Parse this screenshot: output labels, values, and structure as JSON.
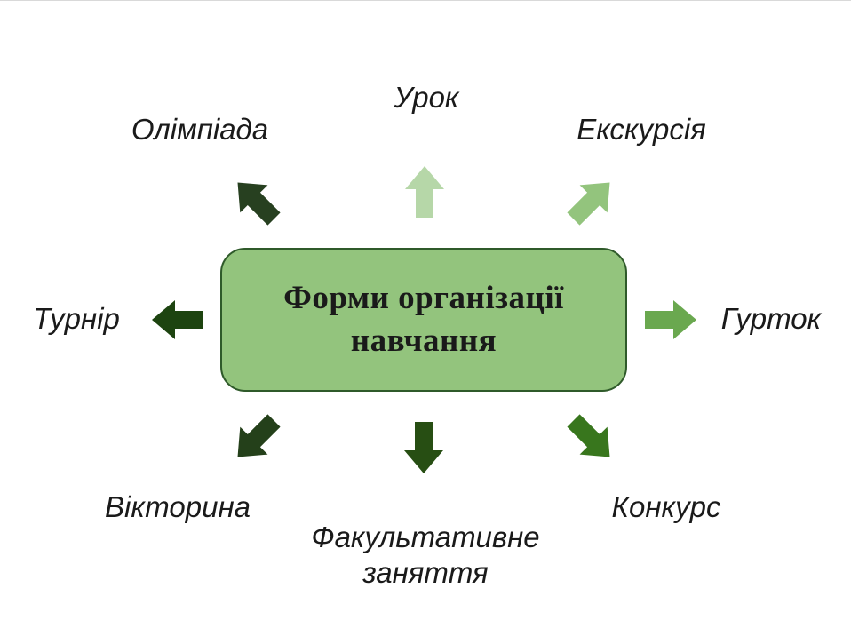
{
  "center": {
    "title_line1": "Форми організації",
    "title_line2": "навчання",
    "fill_color": "#93c47d"
  },
  "forms": [
    {
      "id": "urok",
      "label": "Урок",
      "direction": "up",
      "arrow_color": "#b6d7a8",
      "arrow_icon": "arrow-up-icon"
    },
    {
      "id": "ekskursiia",
      "label": "Екскурсія",
      "direction": "up-right",
      "arrow_color": "#93c47d",
      "arrow_icon": "arrow-up-right-icon"
    },
    {
      "id": "hurtok",
      "label": "Гурток",
      "direction": "right",
      "arrow_color": "#6aa84f",
      "arrow_icon": "arrow-right-icon"
    },
    {
      "id": "konkurs",
      "label": "Конкурс",
      "direction": "down-right",
      "arrow_color": "#38761d",
      "arrow_icon": "arrow-down-right-icon"
    },
    {
      "id": "fakultatyvne",
      "label_line1": "Факультативне",
      "label_line2": "заняття",
      "direction": "down",
      "arrow_color": "#274e13",
      "arrow_icon": "arrow-down-icon"
    },
    {
      "id": "viktoryna",
      "label": "Вікторина",
      "direction": "down-left",
      "arrow_color": "#24401a",
      "arrow_icon": "arrow-down-left-icon"
    },
    {
      "id": "turnir",
      "label": "Турнір",
      "direction": "left",
      "arrow_color": "#1d4410",
      "arrow_icon": "arrow-left-icon"
    },
    {
      "id": "olimpiada",
      "label": "Олімпіада",
      "direction": "up-left",
      "arrow_color": "#274020",
      "arrow_icon": "arrow-up-left-icon"
    }
  ]
}
